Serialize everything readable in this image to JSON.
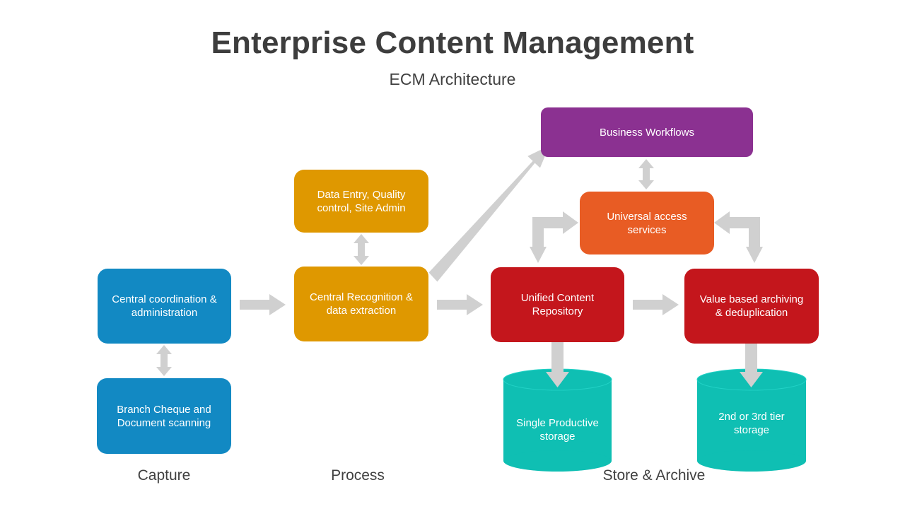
{
  "header": {
    "title": "Enterprise Content Management",
    "subtitle": "ECM Architecture"
  },
  "nodes": {
    "central_coordination": {
      "label": "Central coordination & administration",
      "color": "#1289c3"
    },
    "branch_scanning": {
      "label": "Branch Cheque and Document scanning",
      "color": "#1289c3"
    },
    "data_entry": {
      "label": "Data Entry, Quality control, Site Admin",
      "color": "#df9800"
    },
    "central_recognition": {
      "label": "Central Recognition & data extraction",
      "color": "#df9800"
    },
    "business_workflows": {
      "label": "Business Workflows",
      "color": "#8b3191"
    },
    "universal_access": {
      "label": "Universal access services",
      "color": "#e85c24"
    },
    "unified_repository": {
      "label": "Unified Content Repository",
      "color": "#c4161c"
    },
    "value_archiving": {
      "label": "Value based archiving & deduplication",
      "color": "#c4161c"
    },
    "single_storage": {
      "label": "Single Productive storage",
      "color": "#0fbfb3"
    },
    "tier_storage": {
      "label": "2nd or 3rd tier storage",
      "color": "#0fbfb3"
    }
  },
  "stages": {
    "capture": "Capture",
    "process": "Process",
    "store_archive": "Store & Archive"
  },
  "colors": {
    "arrow": "#d0d0d0",
    "title": "#3d3d3d"
  }
}
